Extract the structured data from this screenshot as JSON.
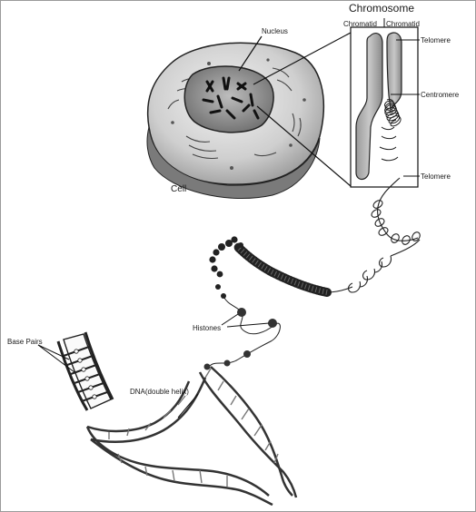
{
  "labels": {
    "chromosome": "Chromosome",
    "chromatid_left": "Chromatid",
    "chromatid_right": "Chromatid",
    "nucleus": "Nucleus",
    "telomere_top": "Telomere",
    "centromere": "Centromere",
    "telomere_bottom": "Telomere",
    "cell": "Cell",
    "histones": "Histones",
    "base_pairs": "Base Pairs",
    "dna": "DNA(double helix)"
  }
}
